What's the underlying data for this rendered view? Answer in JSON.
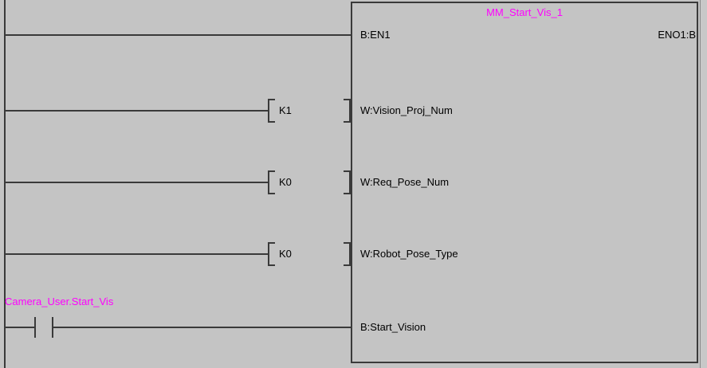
{
  "editor": {
    "background_color": "#c4c4c4",
    "line_color": "#3a3a3a",
    "text_color": "#000000",
    "tag_color": "#ff00ff"
  },
  "function_block": {
    "instance_name": "MM_Start_Vis_1",
    "pins": {
      "enable_in": "B:EN1",
      "enable_out": "ENO1:B",
      "inputs": [
        "W:Vision_Proj_Num",
        "W:Req_Pose_Num",
        "W:Robot_Pose_Type",
        "B:Start_Vision"
      ]
    }
  },
  "rungs": [
    {
      "index": 1,
      "literal": null,
      "contact": null,
      "pin": "B:EN1"
    },
    {
      "index": 2,
      "literal": "K1",
      "contact": null,
      "pin": "W:Vision_Proj_Num"
    },
    {
      "index": 3,
      "literal": "K0",
      "contact": null,
      "pin": "W:Req_Pose_Num"
    },
    {
      "index": 4,
      "literal": "K0",
      "contact": null,
      "pin": "W:Robot_Pose_Type"
    },
    {
      "index": 5,
      "literal": null,
      "contact": {
        "type": "normally-open",
        "tag": "Camera_User.Start_Vis"
      },
      "pin": "B:Start_Vision"
    }
  ]
}
